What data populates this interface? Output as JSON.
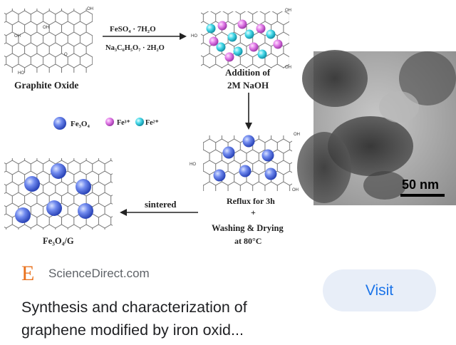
{
  "figure": {
    "reagent_1": "FeSO₄ · 7H₂O",
    "reagent_2": "Na₃C₆H₅O₇ · 2H₂O",
    "graphite_oxide_label": "Graphite Oxide",
    "addition_label_1": "Addition of",
    "addition_label_2": "2M NaOH",
    "legend": [
      {
        "label": "Fe₃O₄",
        "color": "#5a78e8"
      },
      {
        "label": "Fe³⁺",
        "color": "#e07ae6"
      },
      {
        "label": "Fe²⁺",
        "color": "#3fd6e6"
      }
    ],
    "reflux_label": "Reflux for 3h",
    "plus_label": "+",
    "washing_label": "Washing & Drying",
    "temperature_label": "at 80°C",
    "sintered_label": "sintered",
    "product_label": "Fe₃O₄/G",
    "scale_bar_label": "50 nm"
  },
  "card": {
    "publisher_logo": "E",
    "publisher_name": "ScienceDirect.com",
    "visit_label": "Visit",
    "title_line_1": "Synthesis and characterization of",
    "title_line_2": "graphene modified by iron oxid..."
  },
  "colors": {
    "accent": "#1a73e8",
    "button_bg": "#e8eef8",
    "publisher_orange": "#e9711c"
  }
}
